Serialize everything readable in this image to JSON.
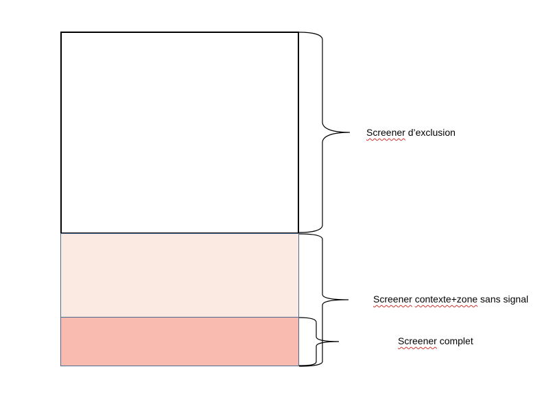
{
  "labels": {
    "exclusion": {
      "word1": "Screener",
      "rest": " d’exclusion"
    },
    "context": {
      "word1": "Screener",
      "mid": " ",
      "word2": "contexte+zone",
      "rest": " sans signal"
    },
    "complete": {
      "word1": "Screener",
      "rest": " complet"
    }
  },
  "colors": {
    "top_fill": "#ffffff",
    "middle_fill": "#fbeae1",
    "bottom_fill": "#f9bbb0",
    "box_border": "#4a6a94",
    "brace": "#000000",
    "spellcheck": "#d0302a"
  }
}
